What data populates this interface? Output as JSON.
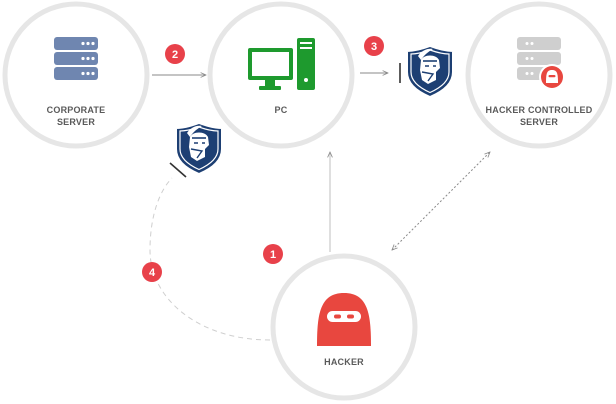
{
  "nodes": {
    "corporate_server": {
      "label_line1": "CORPORATE",
      "label_line2": "SERVER",
      "icon": "database-server-icon"
    },
    "pc": {
      "label": "PC",
      "icon": "desktop-computer-icon"
    },
    "hacker_server": {
      "label_line1": "HACKER CONTROLLED",
      "label_line2": "SERVER",
      "icon": "hacker-server-icon"
    },
    "hacker": {
      "label": "HACKER",
      "icon": "hooded-hacker-icon"
    }
  },
  "steps": [
    {
      "number": "1"
    },
    {
      "number": "2"
    },
    {
      "number": "3"
    },
    {
      "number": "4"
    }
  ],
  "shield": {
    "icon": "warrior-shield-icon"
  },
  "colors": {
    "circle_ring": "#e6e6e6",
    "step_badge": "#e8414a",
    "server_blue": "#6f86b0",
    "pc_green": "#1e9a2e",
    "hacker_red": "#e8473f",
    "shield_navy": "#1d3f73",
    "arrow": "#8a8a8a",
    "label_text": "#5a5a5a"
  }
}
